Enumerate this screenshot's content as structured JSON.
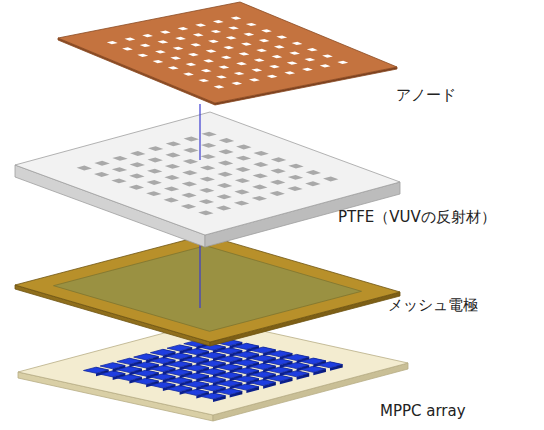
{
  "diagram": {
    "labels": [
      "アノード",
      "PTFE（VUVの反射材）",
      "メッシュ電極",
      "MPPC array"
    ]
  }
}
